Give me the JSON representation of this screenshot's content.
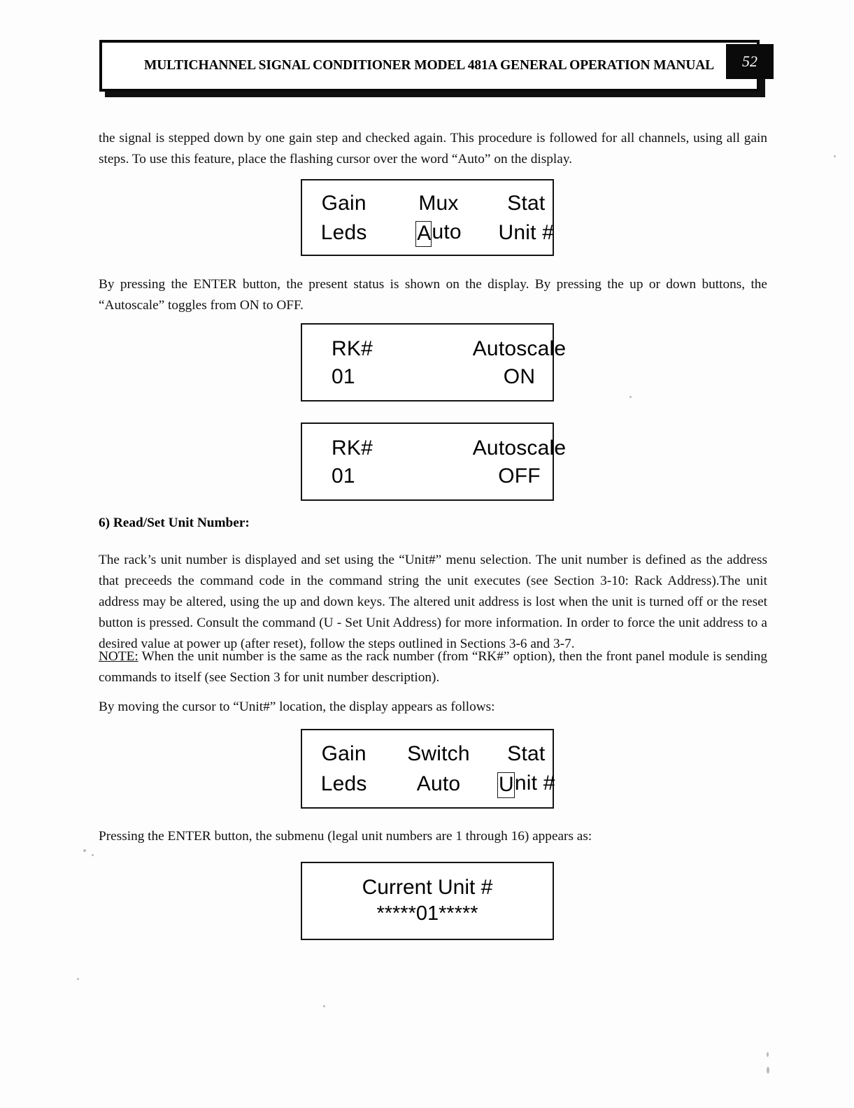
{
  "header": {
    "title": "MULTICHANNEL SIGNAL CONDITIONER MODEL 481A GENERAL OPERATION MANUAL",
    "page_number": "52"
  },
  "body": {
    "para1": "the signal is stepped down by one gain step and checked again.  This procedure is followed for all channels, using all gain steps.  To use this feature, place the flashing cursor over the word “Auto” on the display.",
    "para2": "By pressing the ENTER button, the present status is shown on the display.  By pressing the up or down buttons, the “Autoscale” toggles from ON to OFF.",
    "heading6": "6) Read/Set Unit Number:",
    "para3": "The rack’s unit number is displayed and set using the “Unit#” menu selection.  The unit number is defined as the address that preceeds the command code in the command string the unit executes (see Section 3-10: Rack Address).The unit address may be altered, using the up and down keys.  The altered unit address is lost when the unit is turned off or the reset button is pressed.  Consult the command (U - Set Unit Address) for more information.  In order to force the unit address to a desired value at power up (after reset), follow the steps outlined in Sections 3-6 and 3-7.",
    "note_label": "NOTE:",
    "note_text": " When the unit number is the same as the rack number (from “RK#” option), then the front panel module is sending commands to itself (see Section 3 for unit number description).",
    "para4": "By moving the cursor to “Unit#” location, the display appears as follows:",
    "para5": "Pressing the ENTER button, the submenu (legal unit numbers are 1 through 16) appears as:"
  },
  "displays": {
    "d1": {
      "row1": {
        "c1": "Gain",
        "c2": "Mux",
        "c3": "Stat"
      },
      "row2": {
        "c1": "Leds",
        "c2_cursor": "A",
        "c2_rest": "uto",
        "c3": "Unit #"
      }
    },
    "d2": {
      "row1": {
        "c1": "RK#",
        "c2": "Autoscale"
      },
      "row2": {
        "c1": "01",
        "c2": "ON"
      }
    },
    "d3": {
      "row1": {
        "c1": "RK#",
        "c2": "Autoscale"
      },
      "row2": {
        "c1": "01",
        "c2": "OFF"
      }
    },
    "d4": {
      "row1": {
        "c1": "Gain",
        "c2": "Switch",
        "c3": "Stat"
      },
      "row2": {
        "c1": "Leds",
        "c2": "Auto",
        "c3_cursor": "U",
        "c3_rest": "nit #"
      }
    },
    "d5": {
      "line1": "Current Unit #",
      "line2": "*****01*****"
    }
  },
  "colors": {
    "ink": "#111111",
    "paper": "#ffffff",
    "header_bar": "#0a0a0a"
  }
}
